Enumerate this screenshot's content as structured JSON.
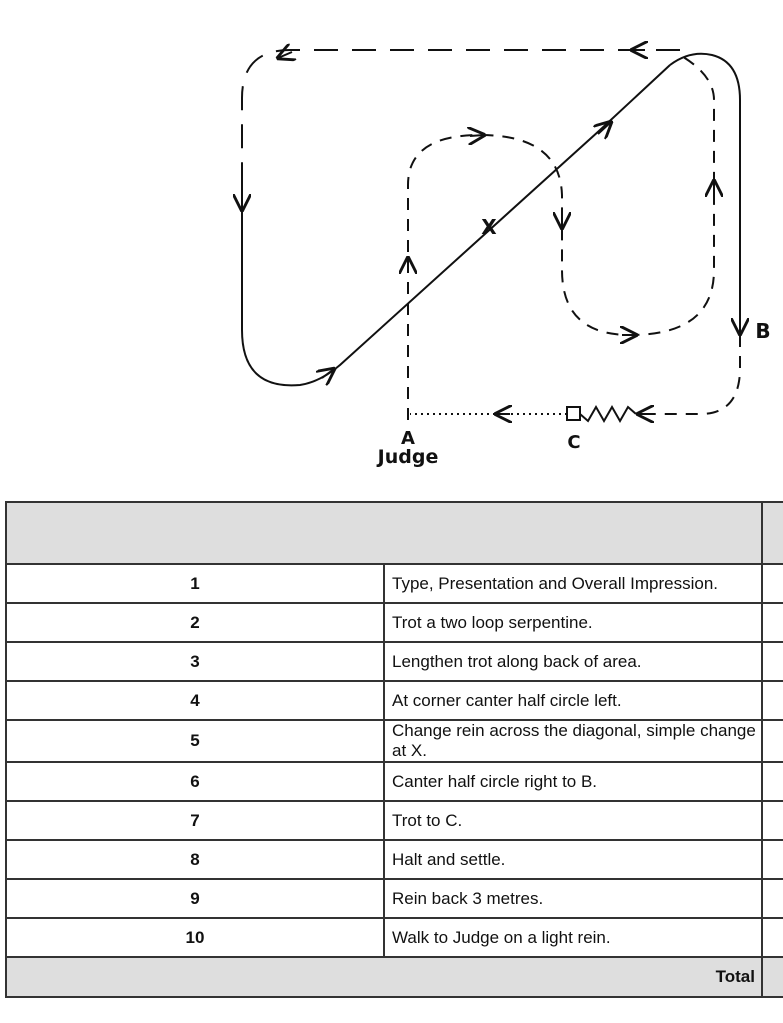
{
  "diagram": {
    "labels": {
      "x_marker": "X",
      "b_marker": "B",
      "a_marker": "A",
      "c_marker": "C",
      "judge": "Judge"
    }
  },
  "table": {
    "rows": [
      {
        "num": "1",
        "text": "Type, Presentation and Overall Impression."
      },
      {
        "num": "2",
        "text": "Trot a two loop serpentine."
      },
      {
        "num": "3",
        "text": "Lengthen trot along back of area."
      },
      {
        "num": "4",
        "text": "At corner canter half circle left."
      },
      {
        "num": "5",
        "text": "Change rein across the diagonal, simple change at X."
      },
      {
        "num": "6",
        "text": "Canter half circle right to B."
      },
      {
        "num": "7",
        "text": "Trot to C."
      },
      {
        "num": "8",
        "text": "Halt and settle."
      },
      {
        "num": "9",
        "text": "Rein back 3 metres."
      },
      {
        "num": "10",
        "text": "Walk to Judge on a light rein."
      }
    ],
    "total_label": "Total"
  }
}
